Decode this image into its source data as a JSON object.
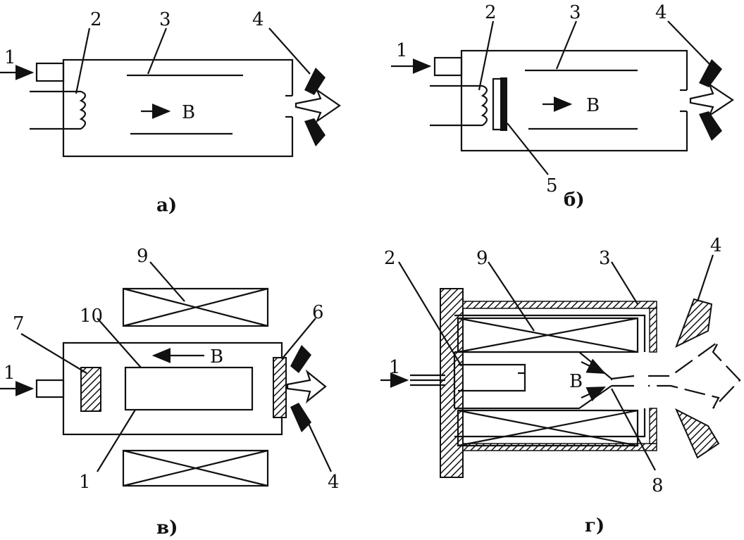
{
  "panels": [
    {
      "caption": "а)",
      "labels": [
        "1",
        "2",
        "3",
        "4"
      ],
      "field": "B"
    },
    {
      "caption": "б)",
      "labels": [
        "1",
        "2",
        "3",
        "4",
        "5"
      ],
      "field": "B"
    },
    {
      "caption": "в)",
      "labels": [
        "1",
        "7",
        "10",
        "9",
        "6",
        "4",
        "1"
      ],
      "field": "B"
    },
    {
      "caption": "г)",
      "labels": [
        "2",
        "9",
        "3",
        "4",
        "1",
        "8"
      ],
      "field": "B"
    }
  ],
  "colors": {
    "ink": "#111111",
    "paper": "#ffffff"
  }
}
